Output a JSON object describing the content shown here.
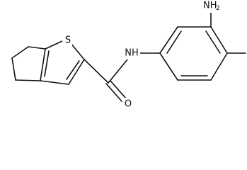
{
  "structure": {
    "atoms": {
      "sulfur": "S",
      "nitrogen_amide": "NH",
      "oxygen": "O",
      "amine_main": "NH",
      "amine_sub": "2"
    },
    "colors": {
      "bond": "#111111",
      "label": "#111111",
      "background": "#ffffff"
    }
  }
}
